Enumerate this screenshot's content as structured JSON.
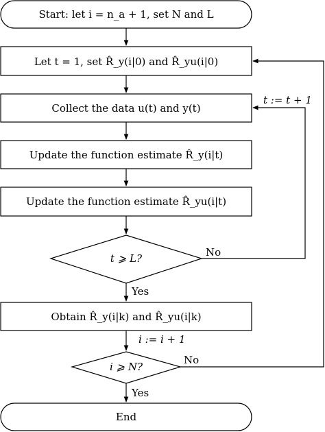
{
  "flowchart": {
    "start": "Start: let i = n_a + 1, set N and L",
    "init_t": "Let t = 1, set R̂_y(i|0) and R̂_yu(i|0)",
    "collect": "Collect the data u(t) and y(t)",
    "update_y": "Update the function estimate R̂_y(i|t)",
    "update_yu": "Update the function estimate R̂_yu(i|t)",
    "decision_t": "t ⩾ L?",
    "decision_t_no": "No",
    "decision_t_yes": "Yes",
    "increment_t": "t := t + 1",
    "obtain": "Obtain R̂_y(i|k) and R̂_yu(i|k)",
    "increment_i": "i := i + 1",
    "decision_i": "i ⩾ N?",
    "decision_i_no": "No",
    "decision_i_yes": "Yes",
    "end": "End"
  }
}
